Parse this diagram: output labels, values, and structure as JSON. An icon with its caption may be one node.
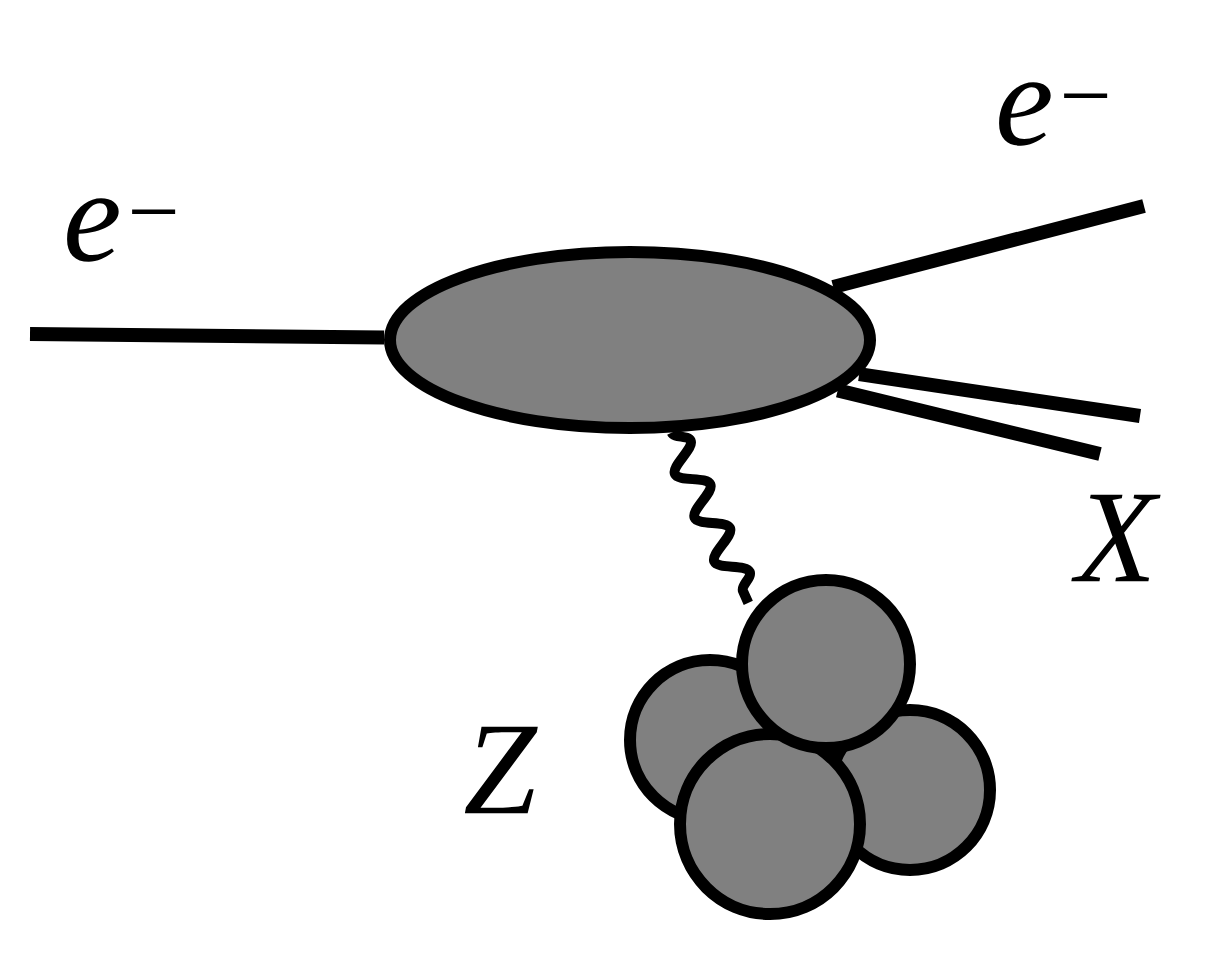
{
  "diagram": {
    "nodes": [
      {
        "text": [],
        "shape": "ellipse"
      },
      {
        "text": [],
        "shape": "circle",
        "beside": [
          "Z"
        ]
      }
    ],
    "edges": [
      {
        "from": null,
        "to": 0,
        "arrow": "none",
        "label": "e$^{−}$"
      },
      {
        "from": 0,
        "to": null,
        "arrow": "none",
        "label": "e$^{−}$"
      },
      {
        "from": 0,
        "to": null,
        "arrow": "none"
      },
      {
        "from": 0,
        "to": null,
        "arrow": "none",
        "label": "X"
      },
      {
        "from": 0,
        "to": 1,
        "arrow": "none"
      }
    ]
  }
}
